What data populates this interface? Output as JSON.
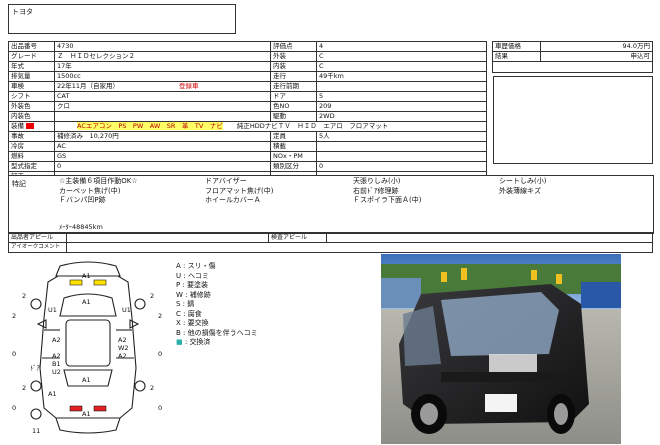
{
  "header": {
    "maker": "トヨタ"
  },
  "spec_rows": [
    {
      "l1": "出品番号",
      "v1": "4730",
      "l2": "評価点",
      "v2": "4"
    },
    {
      "l1": "グレード",
      "v1": "Ｚ　ＨＩＤセレクション２",
      "l2": "外装",
      "v2": "C"
    },
    {
      "l1": "年式",
      "v1": "17年",
      "l2": "内装",
      "v2": "C"
    },
    {
      "l1": "排気量",
      "v1": "1500cc",
      "l2": "走行",
      "v2": "49千km"
    },
    {
      "l1": "車検",
      "v1": "22年11月（自家用）",
      "v1b": "登録車",
      "l2": "走行前期",
      "v2": ""
    },
    {
      "l1": "シフト",
      "v1": "CAT",
      "l2": "ドア",
      "v2": "5"
    },
    {
      "l1": "外装色",
      "v1": "クロ",
      "l2": "色NO",
      "v2": "209"
    },
    {
      "l1": "内装色",
      "v1": "",
      "l2": "駆動",
      "v2": "2WD"
    }
  ],
  "equip_row": {
    "label": "装備",
    "badge": "",
    "icons": "ACエアコン　PS　PW　AW　SR　革　TV　ナビ",
    "extra": "純正HDDナビＴＶ　ＨＩＤ　エアロ　フロアマット"
  },
  "spec_rows2": [
    {
      "l1": "事故",
      "v1": "補修済み　10,270円",
      "l2": "定員",
      "v2": "5人"
    },
    {
      "l1": "冷房",
      "v1": "AC",
      "l2": "積載",
      "v2": ""
    },
    {
      "l1": "燃料",
      "v1": "GS",
      "l2": "NOx・PM",
      "v2": ""
    },
    {
      "l1": "型式指定",
      "v1": "0",
      "l2": "類別区分",
      "v2": "0"
    },
    {
      "l1": "訂正",
      "v1": "",
      "l2": "",
      "v2": ""
    }
  ],
  "result": {
    "l1": "車歴価格",
    "v1": "94.0万円",
    "l2": "結果",
    "v2": "申込可"
  },
  "notes": {
    "label": "特記",
    "c1": [
      "☆主装備６項目作動OK☆",
      "カーペット焦げ(中)",
      "Ｆバンパ凹P跡"
    ],
    "c2": [
      "ドアバイザー",
      "フロアマット焦げ(中)",
      "ホイールカバーＡ"
    ],
    "c3": [
      "天張りしみ(小)",
      "右前ﾄﾞｱ修理跡",
      "Ｆスポイラ下面Ａ(中)"
    ],
    "c4": [
      "シートしみ(小)",
      "外装薄線キズ"
    ],
    "mileage": "ﾒｰﾀｰ48845km"
  },
  "footer_rows": {
    "seller_pr": "出品者アピール",
    "inspect_pr": "検査アピール",
    "item_comment": "アイオークコメント"
  },
  "legend": [
    {
      "k": "A",
      "t": "スリ・傷"
    },
    {
      "k": "U",
      "t": "ヘコミ"
    },
    {
      "k": "P",
      "t": "要塗装"
    },
    {
      "k": "W",
      "t": "補修跡"
    },
    {
      "k": "S",
      "t": "錆"
    },
    {
      "k": "C",
      "t": "腐食"
    },
    {
      "k": "X",
      "t": "要交換"
    },
    {
      "k": "B",
      "t": "他の損傷を伴うヘコミ"
    },
    {
      "k": "■",
      "t": "交換済"
    }
  ],
  "diagram_labels": {
    "a1_top": "A1",
    "a1_front": "A1",
    "a1_rear": "A1",
    "a1_bot": "A1",
    "u1_left": "U1",
    "u1_right": "U1",
    "a2_l1": "A2",
    "a2_r1": "A2",
    "w2": "W2",
    "a2_l2": "A2",
    "a2_r2": "A2",
    "b1": "B1",
    "u2": "U2",
    "a1_side": "A1",
    "d1": "ﾄﾞｱ",
    "n11": "11",
    "c1": "2",
    "c2": "2",
    "c3": "2",
    "c4": "2",
    "c5": "2",
    "c6": "2",
    "c7": "0",
    "c8": "0",
    "c9": "0",
    "c10": "0"
  }
}
